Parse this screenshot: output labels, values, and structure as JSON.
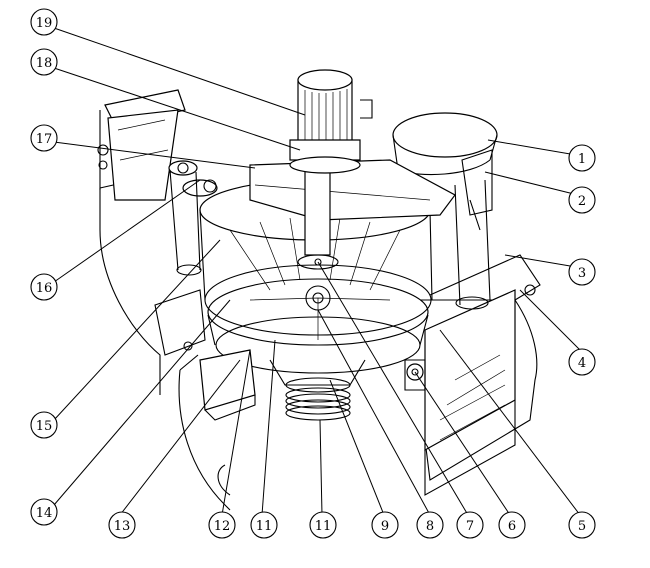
{
  "callouts": [
    {
      "id": "c19",
      "label": "19"
    },
    {
      "id": "c18",
      "label": "18"
    },
    {
      "id": "c17",
      "label": "17"
    },
    {
      "id": "c16",
      "label": "16"
    },
    {
      "id": "c15",
      "label": "15"
    },
    {
      "id": "c14",
      "label": "14"
    },
    {
      "id": "c13",
      "label": "13"
    },
    {
      "id": "c12",
      "label": "12"
    },
    {
      "id": "c11a",
      "label": "11"
    },
    {
      "id": "c11b",
      "label": "11"
    },
    {
      "id": "c9",
      "label": "9"
    },
    {
      "id": "c8",
      "label": "8"
    },
    {
      "id": "c7",
      "label": "7"
    },
    {
      "id": "c6",
      "label": "6"
    },
    {
      "id": "c5",
      "label": "5"
    },
    {
      "id": "c4",
      "label": "4"
    },
    {
      "id": "c3",
      "label": "3"
    },
    {
      "id": "c2",
      "label": "2"
    },
    {
      "id": "c1",
      "label": "1"
    }
  ]
}
